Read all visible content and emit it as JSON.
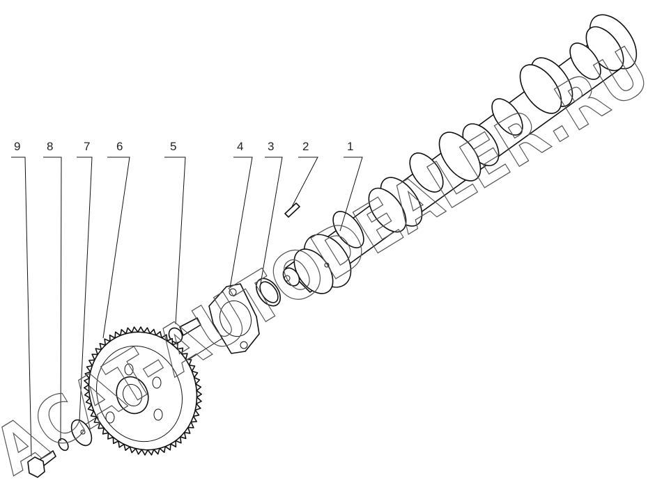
{
  "watermark": {
    "text": "ACAT-AUTODEALER.RU"
  },
  "callouts": [
    {
      "id": "9",
      "label": "9"
    },
    {
      "id": "8",
      "label": "8"
    },
    {
      "id": "7",
      "label": "7"
    },
    {
      "id": "6",
      "label": "6"
    },
    {
      "id": "5",
      "label": "5"
    },
    {
      "id": "4",
      "label": "4"
    },
    {
      "id": "3",
      "label": "3"
    },
    {
      "id": "2",
      "label": "2"
    },
    {
      "id": "1",
      "label": "1"
    }
  ]
}
